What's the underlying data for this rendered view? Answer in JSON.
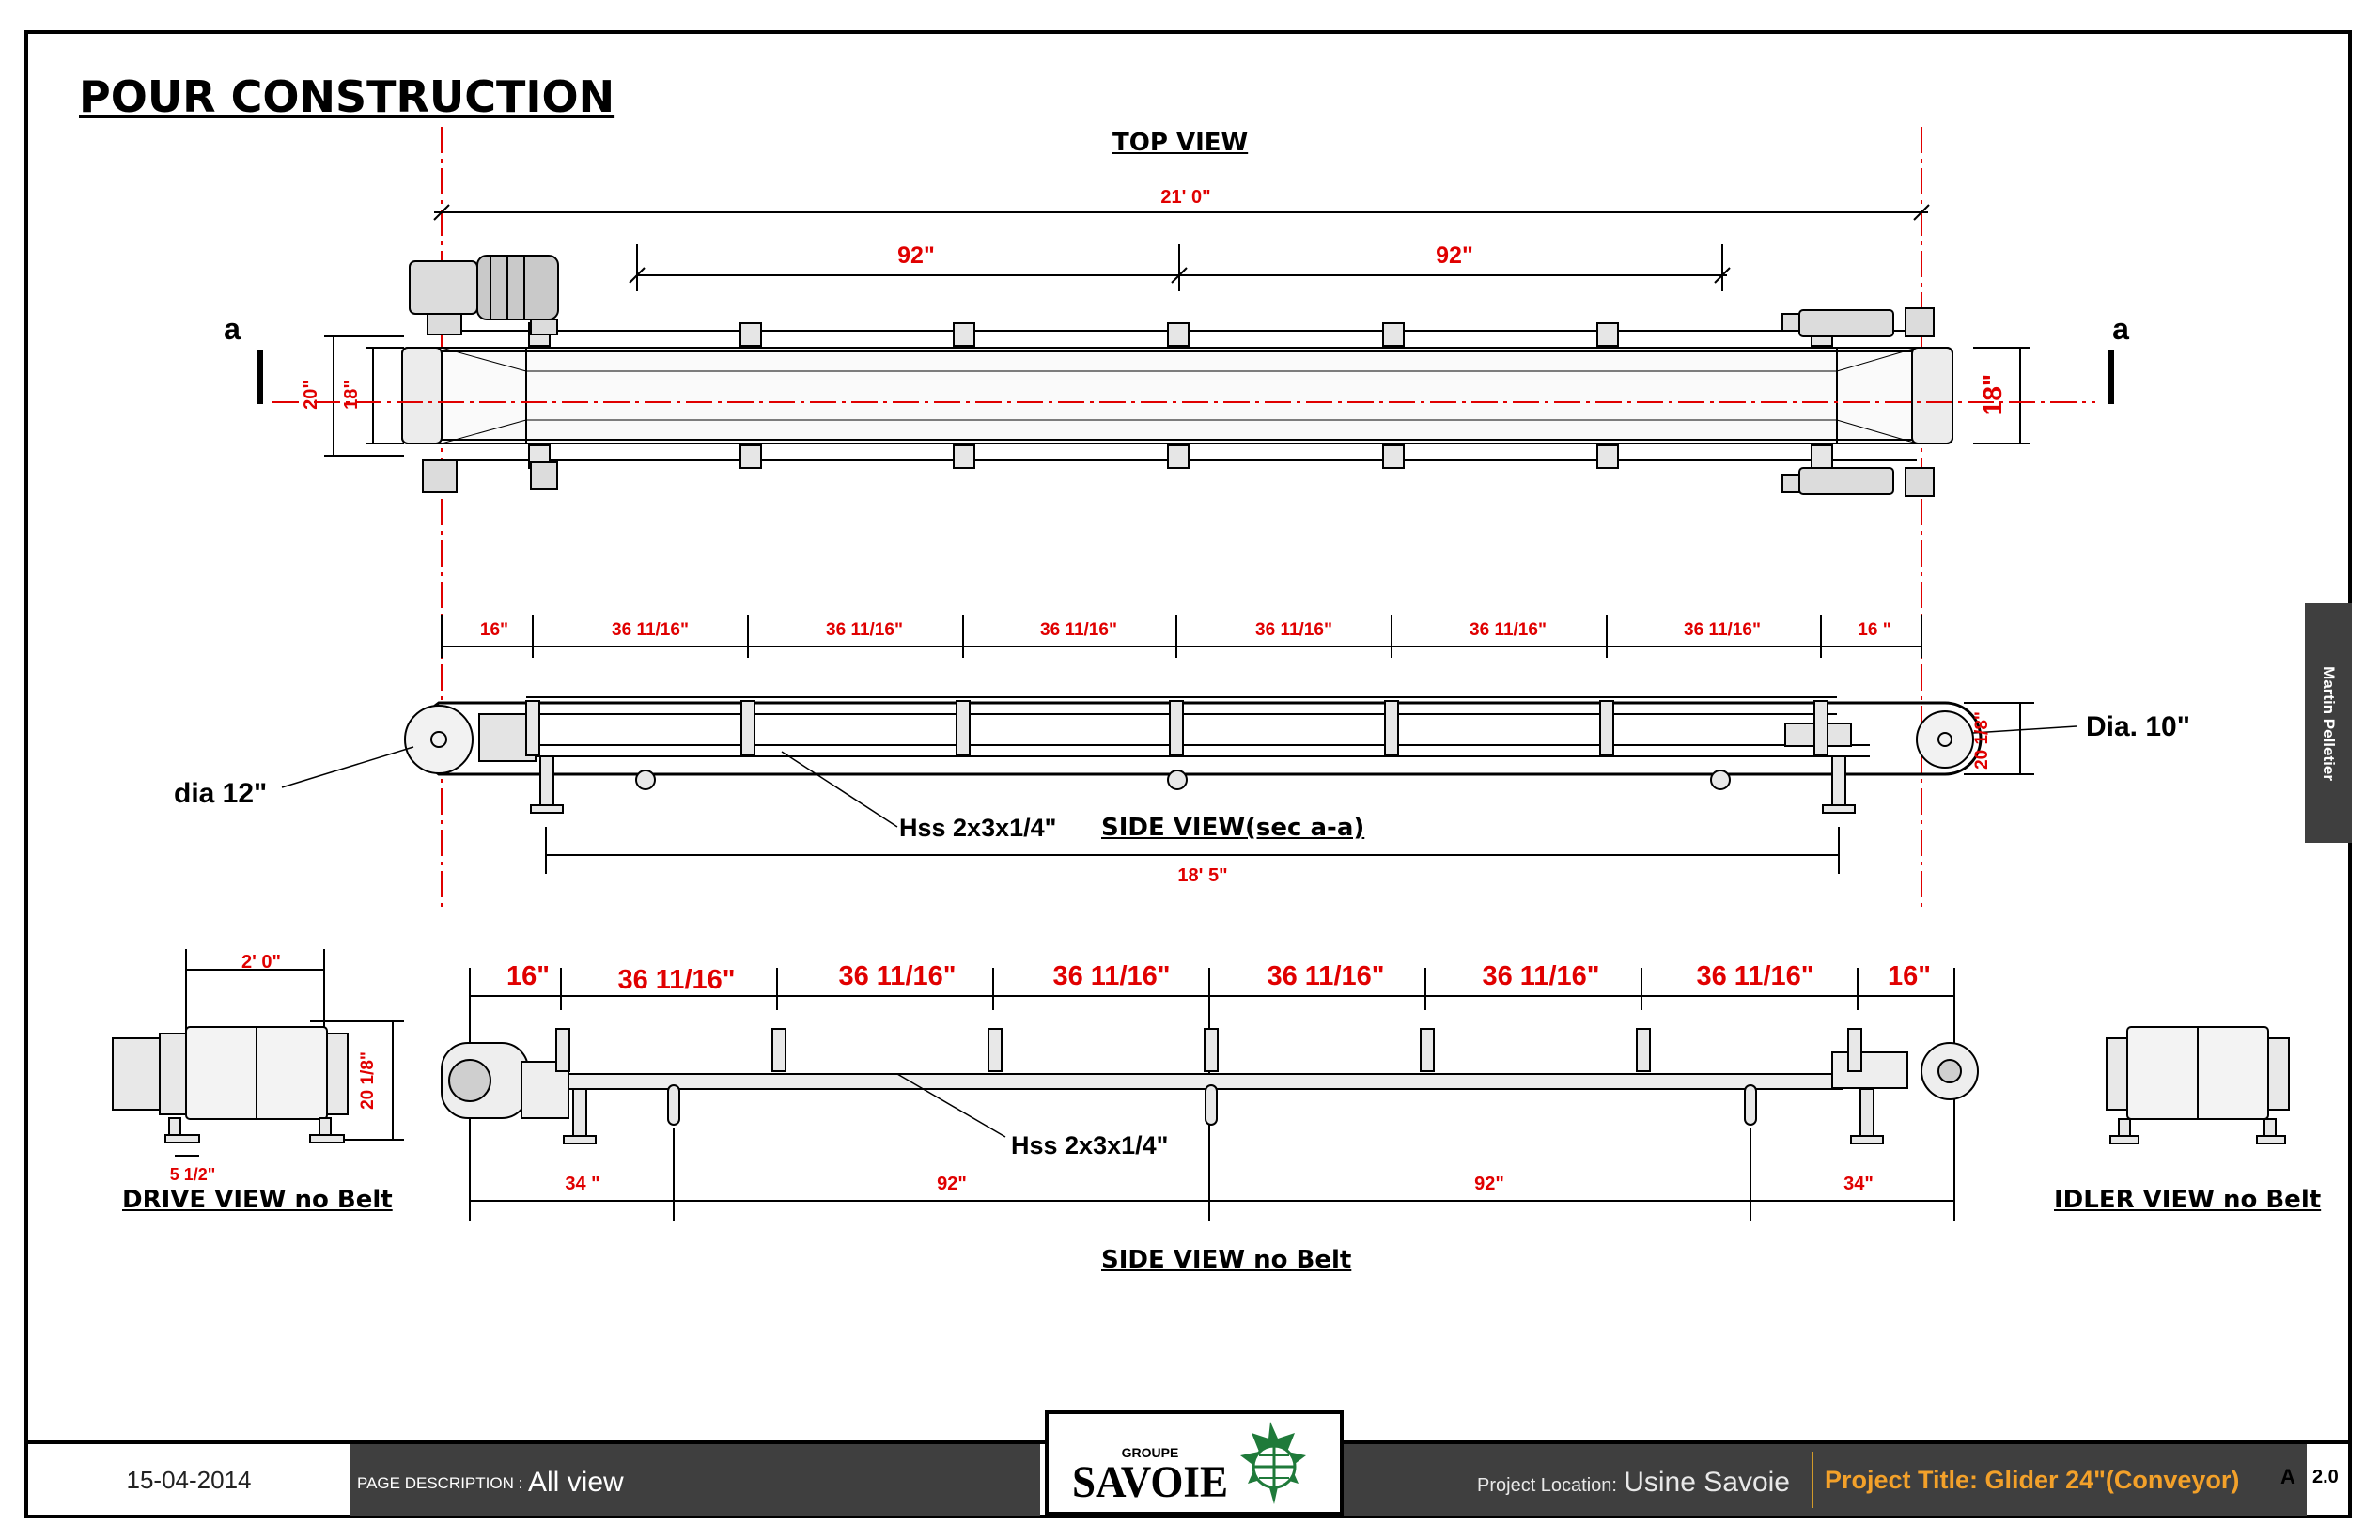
{
  "page_title": "POUR CONSTRUCTION",
  "side_tab_name": "Martin Pelletier",
  "views": {
    "top": {
      "title": "TOP VIEW",
      "overall_length": "21' 0\"",
      "spacing_left": "92\"",
      "spacing_right": "92\"",
      "width_outer": "20\"",
      "width_inner": "18\"",
      "width_right": "18\"",
      "section_mark_left": "a",
      "section_mark_right": "a"
    },
    "side_section": {
      "title": "SIDE VIEW(sec a-a)",
      "segments": [
        "16\"",
        "36 11/16\"",
        "36 11/16\"",
        "36 11/16\"",
        "36 11/16\"",
        "36 11/16\"",
        "36 11/16\"",
        "16 \""
      ],
      "drive_pulley_dia": "dia 12\"",
      "idler_pulley_dia": "Dia. 10\"",
      "height": "20 1/8\"",
      "frame_member": "Hss 2x3x1/4\"",
      "leg_span": "18' 5\""
    },
    "side_no_belt": {
      "title": "SIDE VIEW no Belt",
      "segments": [
        "16\"",
        "36 11/16\"",
        "36 11/16\"",
        "36 11/16\"",
        "36 11/16\"",
        "36 11/16\"",
        "36 11/16\"",
        "16\""
      ],
      "bottom_dims": [
        "34 \"",
        "92\"",
        "92\"",
        "34\""
      ],
      "frame_member": "Hss 2x3x1/4\""
    },
    "drive": {
      "title": "DRIVE VIEW no Belt",
      "width": "2' 0\"",
      "height": "20 1/8\"",
      "foot": "5 1/2\""
    },
    "idler": {
      "title": "IDLER VIEW no Belt"
    }
  },
  "title_block": {
    "date": "15-04-2014",
    "page_description_label": "PAGE DESCRIPTION :",
    "page_description_value": "All view",
    "logo_small": "GROUPE",
    "logo_big": "SAVOIE",
    "project_location_label": "Project Location:",
    "project_location_value": "Usine Savoie",
    "project_title": "Project Title: Glider 24\"(Conveyor)",
    "sheet_size": "A",
    "revision": "2.0"
  },
  "colors": {
    "dimension": "#e00000",
    "line": "#000000",
    "panel": "#3f3f3f",
    "project_title": "#f3a12a",
    "logo_green": "#1f7a3a"
  }
}
